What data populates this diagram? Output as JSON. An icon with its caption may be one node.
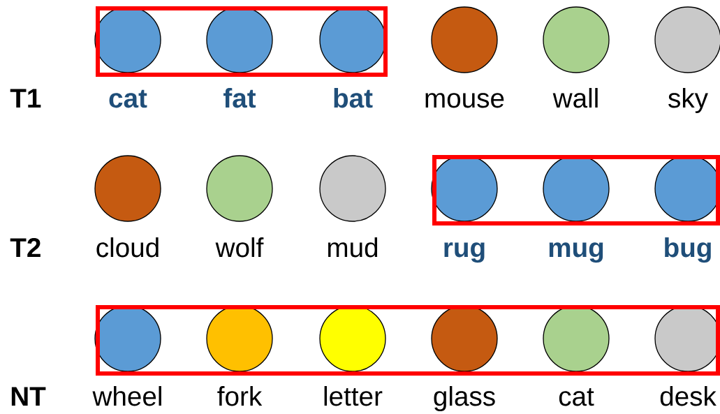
{
  "diagram": {
    "nodes": [
      {
        "text": [],
        "shape": "box"
      },
      {
        "text": [],
        "shape": "circle",
        "in": 0,
        "beside": [
          "cat"
        ]
      },
      {
        "text": [],
        "shape": "circle",
        "in": 0,
        "beside": [
          "fat"
        ]
      },
      {
        "text": [],
        "shape": "circle",
        "in": 0,
        "beside": [
          "bat"
        ]
      },
      {
        "text": [],
        "shape": "circle",
        "beside": [
          "mouse"
        ]
      },
      {
        "text": [],
        "shape": "circle",
        "beside": [
          "wall"
        ]
      },
      {
        "text": [],
        "shape": "circle",
        "beside": [
          "sky"
        ]
      },
      {
        "text": [],
        "shape": "circle",
        "beside": [
          "cloud"
        ]
      },
      {
        "text": [],
        "shape": "circle",
        "beside": [
          "wolf"
        ]
      },
      {
        "text": [],
        "shape": "circle",
        "beside": [
          "mud"
        ]
      },
      {
        "text": [],
        "shape": "box"
      },
      {
        "text": [],
        "shape": "circle",
        "in": 10,
        "beside": [
          "rug"
        ]
      },
      {
        "text": [],
        "shape": "circle",
        "in": 10,
        "beside": [
          "mug"
        ]
      },
      {
        "text": [],
        "shape": "circle",
        "in": 10,
        "beside": [
          "bug"
        ]
      },
      {
        "text": [],
        "shape": "box"
      },
      {
        "text": [],
        "shape": "circle",
        "in": 14,
        "beside": [
          "wheel"
        ]
      },
      {
        "text": [],
        "shape": "circle",
        "in": 14,
        "beside": [
          "fork"
        ]
      },
      {
        "text": [],
        "shape": "circle",
        "in": 14,
        "beside": [
          "letter"
        ]
      },
      {
        "text": [],
        "shape": "circle",
        "in": 14,
        "beside": [
          "glass"
        ]
      },
      {
        "text": [],
        "shape": "circle",
        "in": 14,
        "beside": [
          "cat"
        ]
      },
      {
        "text": [],
        "shape": "circle",
        "in": 14,
        "beside": [
          "desk"
        ]
      }
    ],
    "labels": [
      "T1",
      "T2",
      "NT"
    ]
  }
}
